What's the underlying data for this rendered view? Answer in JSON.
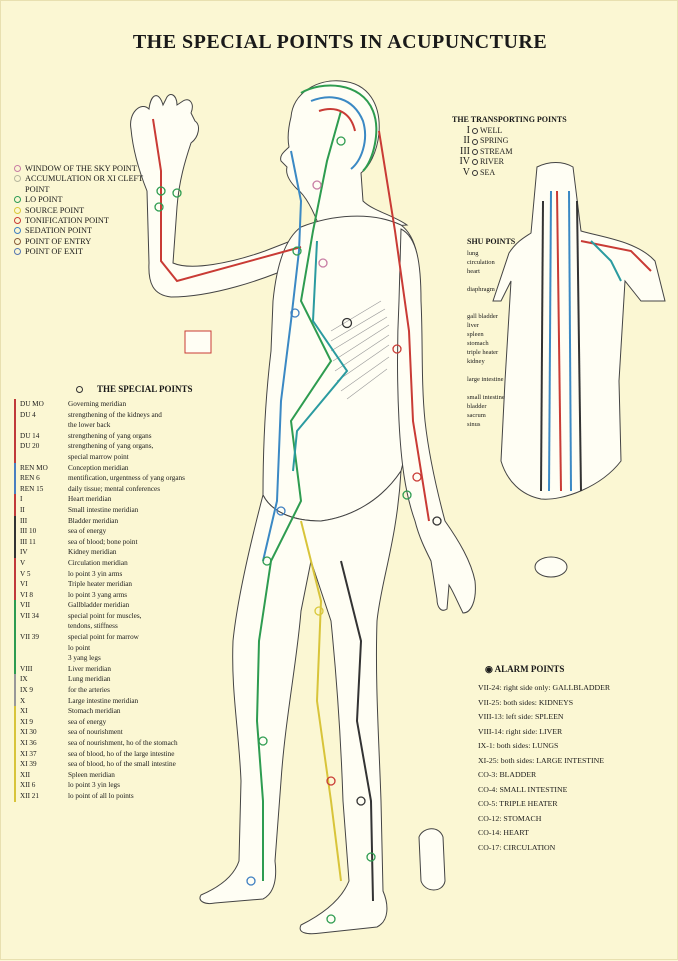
{
  "title": "THE SPECIAL POINTS IN ACUPUNCTURE",
  "legend": [
    {
      "label": "WINDOW OF THE SKY POINT",
      "color": "#c87da4"
    },
    {
      "label": "ACCUMULATION OR XI CLEFT POINT",
      "color": "#b7b79e"
    },
    {
      "label": "LO POINT",
      "color": "#2d9c55"
    },
    {
      "label": "SOURCE POINT",
      "color": "#d9c83a"
    },
    {
      "label": "TONIFICATION POINT",
      "color": "#c93b35"
    },
    {
      "label": "SEDATION POINT",
      "color": "#3f7fc1"
    },
    {
      "label": "POINT OF ENTRY",
      "color": "#8a5c3a"
    },
    {
      "label": "POINT OF EXIT",
      "color": "#5575b0"
    }
  ],
  "special_points": {
    "heading": "THE SPECIAL POINTS",
    "rows": [
      {
        "code": "DU MO",
        "desc": "Governing meridian",
        "color": "#c03a3a"
      },
      {
        "code": "DU 4",
        "desc": "strengthening of the kidneys and",
        "color": "#c03a3a"
      },
      {
        "code": "",
        "desc": "the lower back",
        "color": "#c03a3a"
      },
      {
        "code": "DU 14",
        "desc": "strengthening of yang organs",
        "color": "#c03a3a"
      },
      {
        "code": "DU 20",
        "desc": "strengthening of yang organs,",
        "color": "#c03a3a"
      },
      {
        "code": "",
        "desc": "special marrow point",
        "color": "#c03a3a"
      },
      {
        "code": "REN MO",
        "desc": "Conception meridian",
        "color": "#4a7fc0"
      },
      {
        "code": "REN 6",
        "desc": "mentification, urgentness of yang organs",
        "color": "#4a7fc0"
      },
      {
        "code": "REN 15",
        "desc": "daily tissue; mental conferences",
        "color": "#4a7fc0"
      },
      {
        "code": "I",
        "desc": "Heart meridian",
        "color": "#c03a3a"
      },
      {
        "code": "II",
        "desc": "Small intestine meridian",
        "color": "#c03a3a"
      },
      {
        "code": "III",
        "desc": "Bladder meridian",
        "color": "#333333"
      },
      {
        "code": "III 10",
        "desc": "sea of energy",
        "color": "#333333"
      },
      {
        "code": "III 11",
        "desc": "sea of blood; bone point",
        "color": "#333333"
      },
      {
        "code": "IV",
        "desc": "Kidney meridian",
        "color": "#333333"
      },
      {
        "code": "V",
        "desc": "Circulation meridian",
        "color": "#c03a3a"
      },
      {
        "code": "V 5",
        "desc": "lo point 3 yin arms",
        "color": "#c03a3a"
      },
      {
        "code": "VI",
        "desc": "Triple heater meridian",
        "color": "#c03a3a"
      },
      {
        "code": "VI 8",
        "desc": "lo point 3 yang arms",
        "color": "#c03a3a"
      },
      {
        "code": "VII",
        "desc": "Gallbladder meridian",
        "color": "#2e9c50"
      },
      {
        "code": "VII 34",
        "desc": "special point for muscles,",
        "color": "#2e9c50"
      },
      {
        "code": "",
        "desc": "tendons, stiffness",
        "color": "#2e9c50"
      },
      {
        "code": "VII 39",
        "desc": "special point for marrow",
        "color": "#2e9c50"
      },
      {
        "code": "",
        "desc": "lo point",
        "color": "#2e9c50"
      },
      {
        "code": "",
        "desc": "3 yang legs",
        "color": "#2e9c50"
      },
      {
        "code": "VIII",
        "desc": "Liver meridian",
        "color": "#2e9c50"
      },
      {
        "code": "IX",
        "desc": "Lung meridian",
        "color": "#999999"
      },
      {
        "code": "IX 9",
        "desc": "for the arteries",
        "color": "#999999"
      },
      {
        "code": "X",
        "desc": "Large intestine meridian",
        "color": "#999999"
      },
      {
        "code": "XI",
        "desc": "Stomach meridian",
        "color": "#d8c43a"
      },
      {
        "code": "XI 9",
        "desc": "sea of energy",
        "color": "#d8c43a"
      },
      {
        "code": "XI 30",
        "desc": "sea of nourishment",
        "color": "#d8c43a"
      },
      {
        "code": "XI 36",
        "desc": "sea of nourishment, ho of the stomach",
        "color": "#d8c43a"
      },
      {
        "code": "XI 37",
        "desc": "sea of blood, ho of the large intestine",
        "color": "#d8c43a"
      },
      {
        "code": "XI 39",
        "desc": "sea of blood, ho of the small intestine",
        "color": "#d8c43a"
      },
      {
        "code": "XII",
        "desc": "Spleen meridian",
        "color": "#d8c43a"
      },
      {
        "code": "XII 6",
        "desc": "lo point 3 yin legs",
        "color": "#d8c43a"
      },
      {
        "code": "XII 21",
        "desc": "lo point of all lo points",
        "color": "#d8c43a"
      }
    ]
  },
  "transporting_points": {
    "heading": "THE TRANSPORTING POINTS",
    "rows": [
      {
        "num": "I",
        "label": "WELL"
      },
      {
        "num": "II",
        "label": "SPRING"
      },
      {
        "num": "III",
        "label": "STREAM"
      },
      {
        "num": "IV",
        "label": "RIVER"
      },
      {
        "num": "V",
        "label": "SEA"
      }
    ]
  },
  "shu_points": {
    "heading": "SHU POINTS",
    "labels": [
      "lung",
      "circulation",
      "heart",
      "",
      "diaphragm",
      "",
      "",
      "gall bladder",
      "liver",
      "spleen",
      "stomach",
      "triple heater",
      "kidney",
      "",
      "large intestine",
      "",
      "small intestine",
      "bladder",
      "sacrum",
      "sinus"
    ]
  },
  "alarm_points": {
    "heading": "ALARM POINTS",
    "rows": [
      "VII-24: right side only: GALLBLADDER",
      "VII-25: both sides: KIDNEYS",
      "VIII-13: left side: SPLEEN",
      "VIII-14: right side: LIVER",
      "IX-1: both sides: LUNGS",
      "XI-25: both sides: LARGE INTESTINE",
      "CO-3: BLADDER",
      "CO-4: SMALL INTESTINE",
      "CO-5: TRIPLE HEATER",
      "CO-12: STOMACH",
      "CO-14: HEART",
      "CO-17: CIRCULATION"
    ]
  }
}
